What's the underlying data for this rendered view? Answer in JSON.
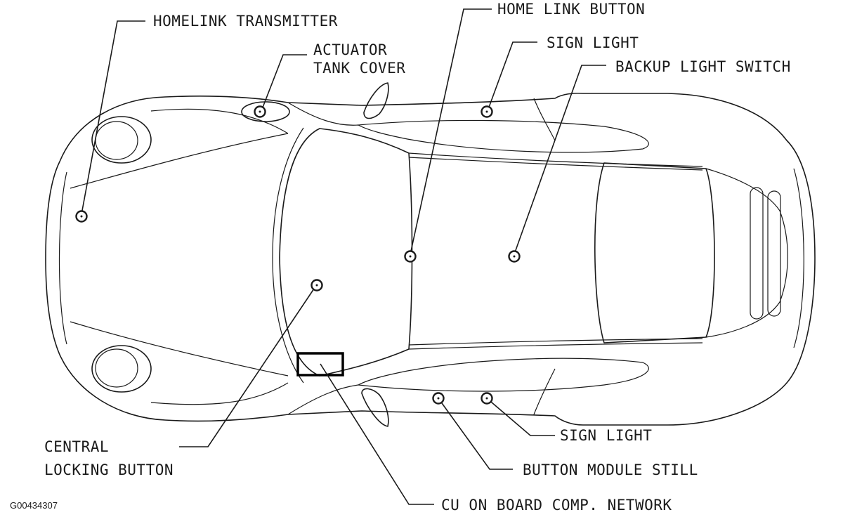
{
  "labels": {
    "homelink_transmitter": "HOMELINK TRANSMITTER",
    "actuator_tank_cover_line1": "ACTUATOR",
    "actuator_tank_cover_line2": "TANK COVER",
    "home_link_button": "HOME LINK BUTTON",
    "sign_light_top": "SIGN LIGHT",
    "backup_light_switch": "BACKUP LIGHT SWITCH",
    "central_locking_button_line1": "CENTRAL",
    "central_locking_button_line2": "LOCKING BUTTON",
    "sign_light_bottom": "SIGN LIGHT",
    "button_module_still": "BUTTON MODULE STILL",
    "cu_on_board_comp_network": "CU ON BOARD COMP. NETWORK"
  },
  "figure_code": "G00434307"
}
